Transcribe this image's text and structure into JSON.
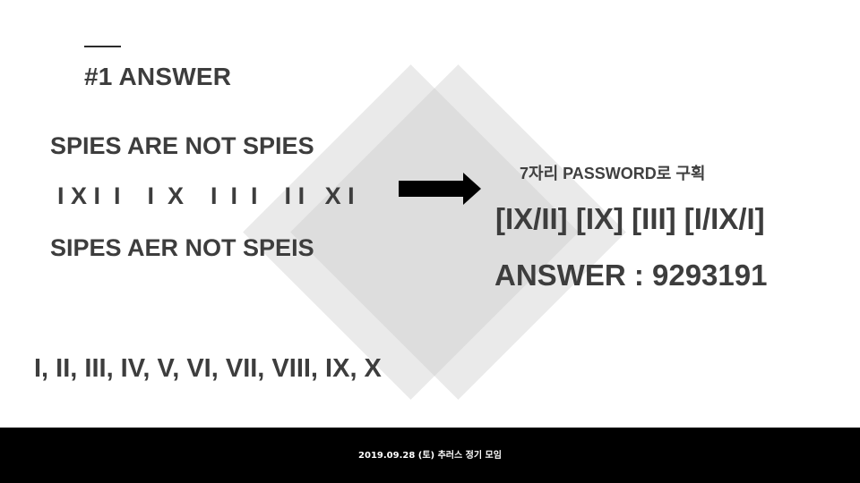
{
  "slide": {
    "heading": "#1 ANSWER",
    "cipher_lines": [
      "SPIES ARE NOT SPIES",
      "I X I  I    I  X    I  I  I    I I   X I",
      "SIPES AER NOT SPEIS"
    ],
    "numerals": "I, II, III, IV, V, VI, VII, VIII, IX, X",
    "password_label": "7자리 PASSWORD로 구획",
    "brackets": "[IX/II] [IX] [III] [I/IX/I]",
    "answer": "ANSWER : 9293191"
  },
  "footer": {
    "text": "2019.09.28 (토) 추러스 정기 모임"
  },
  "colors": {
    "text": "#3d3d3d",
    "diamond": "#d0d0d0",
    "footer_bg": "#000000",
    "footer_text": "#ffffff"
  },
  "icons": {
    "arrow": "right-arrow-icon"
  }
}
